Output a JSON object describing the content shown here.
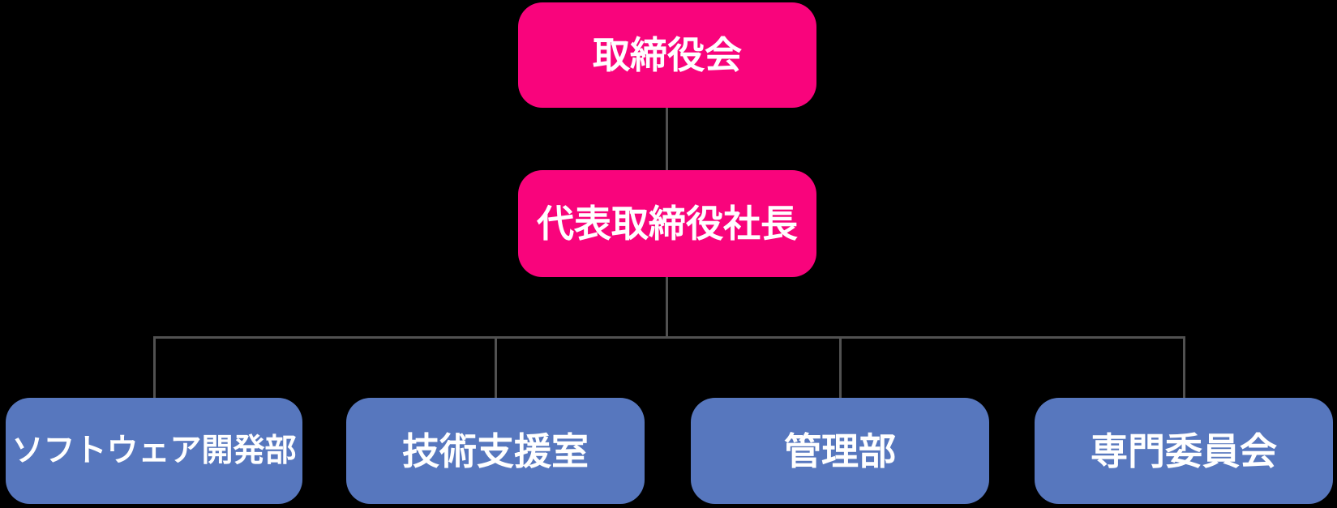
{
  "org_chart": {
    "background_color": "#000000",
    "connector_color": "#515151",
    "label_color": "#FFFFFF",
    "executive_node_color": "#F9047C",
    "department_node_color": "#5777BE",
    "nodes": {
      "board": {
        "label": "取締役会"
      },
      "president": {
        "label": "代表取締役社長"
      },
      "departments": [
        {
          "label": "ソフトウェア開発部"
        },
        {
          "label": "技術支援室"
        },
        {
          "label": "管理部"
        },
        {
          "label": "専門委員会"
        }
      ]
    },
    "hierarchy": [
      {
        "parent": "取締役会",
        "child": "代表取締役社長"
      },
      {
        "parent": "代表取締役社長",
        "child": "ソフトウェア開発部"
      },
      {
        "parent": "代表取締役社長",
        "child": "技術支援室"
      },
      {
        "parent": "代表取締役社長",
        "child": "管理部"
      },
      {
        "parent": "代表取締役社長",
        "child": "専門委員会"
      }
    ]
  }
}
